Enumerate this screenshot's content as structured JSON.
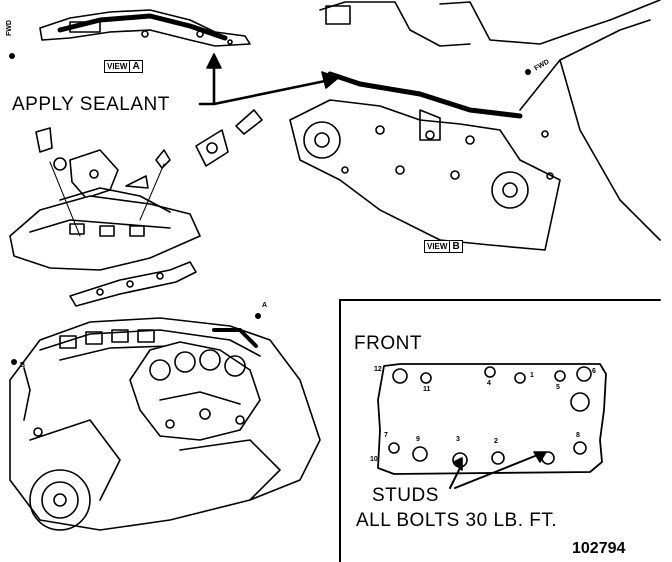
{
  "labels": {
    "apply_sealant": "APPLY SEALANT",
    "front": "FRONT",
    "studs": "STUDS",
    "torque": "ALL BOLTS 30 LB. FT.",
    "figure_number": "102794"
  },
  "view_tags": {
    "view_word": "VIEW",
    "view_a_letter": "A",
    "view_b_letter": "B"
  },
  "fwd_markers": {
    "top_left": "FWD",
    "top_right": "FWD"
  },
  "engine_callouts": {
    "a": "A",
    "b": "B"
  },
  "bolt_sequence": [
    "1",
    "2",
    "3",
    "4",
    "5",
    "6",
    "7",
    "8",
    "9",
    "10",
    "11",
    "12"
  ],
  "colors": {
    "ink": "#000000",
    "paper": "#ffffff"
  }
}
